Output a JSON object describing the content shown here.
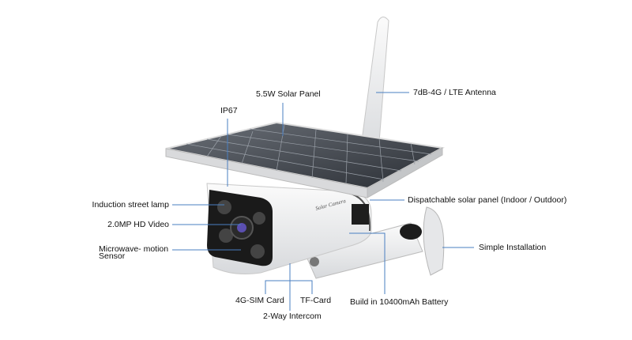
{
  "product": {
    "body_text": "Solar Camera",
    "leader_color": "#4a7fc1"
  },
  "labels": {
    "solar_panel": "5.5W Solar Panel",
    "ip": "IP67",
    "antenna": "7dB-4G / LTE Antenna",
    "lamp": "Induction street lamp",
    "video": "2.0MP HD Video",
    "sensor_line1": "Microwave- motion",
    "sensor_line2": "Sensor",
    "dispatchable": "Dispatchable solar panel (Indoor / Outdoor)",
    "installation": "Simple Installation",
    "sim": "4G-SIM Card",
    "tf": "TF-Card",
    "intercom": "2-Way Intercom",
    "battery": "Build in 10400mAh Battery"
  }
}
